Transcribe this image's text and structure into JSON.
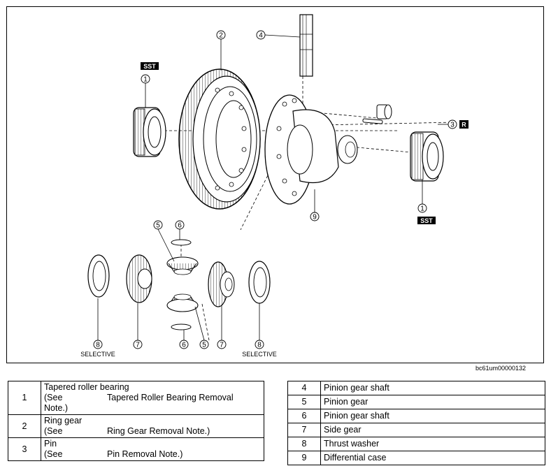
{
  "diagram": {
    "callouts": {
      "c1_left": "1",
      "c1_right": "1",
      "c2": "2",
      "c3": "3",
      "c4": "4",
      "c5_top": "5",
      "c5_bottom": "5",
      "c6_top": "6",
      "c6_bottom": "6",
      "c7_left": "7",
      "c7_right": "7",
      "c8_left": "8",
      "c8_right": "8",
      "c9": "9"
    },
    "badges": {
      "sst_top": "SST",
      "sst_bottom": "SST",
      "r": "R"
    },
    "selective_left": "SELECTIVE",
    "selective_right": "SELECTIVE",
    "ref_code": "bc61um00000132"
  },
  "parts_left": [
    {
      "num": "1",
      "name": "Tapered roller bearing",
      "see": "(See",
      "note": "Tapered Roller Bearing Removal",
      "note2": "Note.)"
    },
    {
      "num": "2",
      "name": "Ring gear",
      "see": "(See",
      "note": "Ring Gear Removal Note.)"
    },
    {
      "num": "3",
      "name": "Pin",
      "see": "(See",
      "note": "Pin Removal Note.)"
    }
  ],
  "parts_right": [
    {
      "num": "4",
      "name": "Pinion gear shaft"
    },
    {
      "num": "5",
      "name": "Pinion gear"
    },
    {
      "num": "6",
      "name": "Pinion gear shaft"
    },
    {
      "num": "7",
      "name": "Side gear"
    },
    {
      "num": "8",
      "name": "Thrust washer"
    },
    {
      "num": "9",
      "name": "Differential case"
    }
  ]
}
